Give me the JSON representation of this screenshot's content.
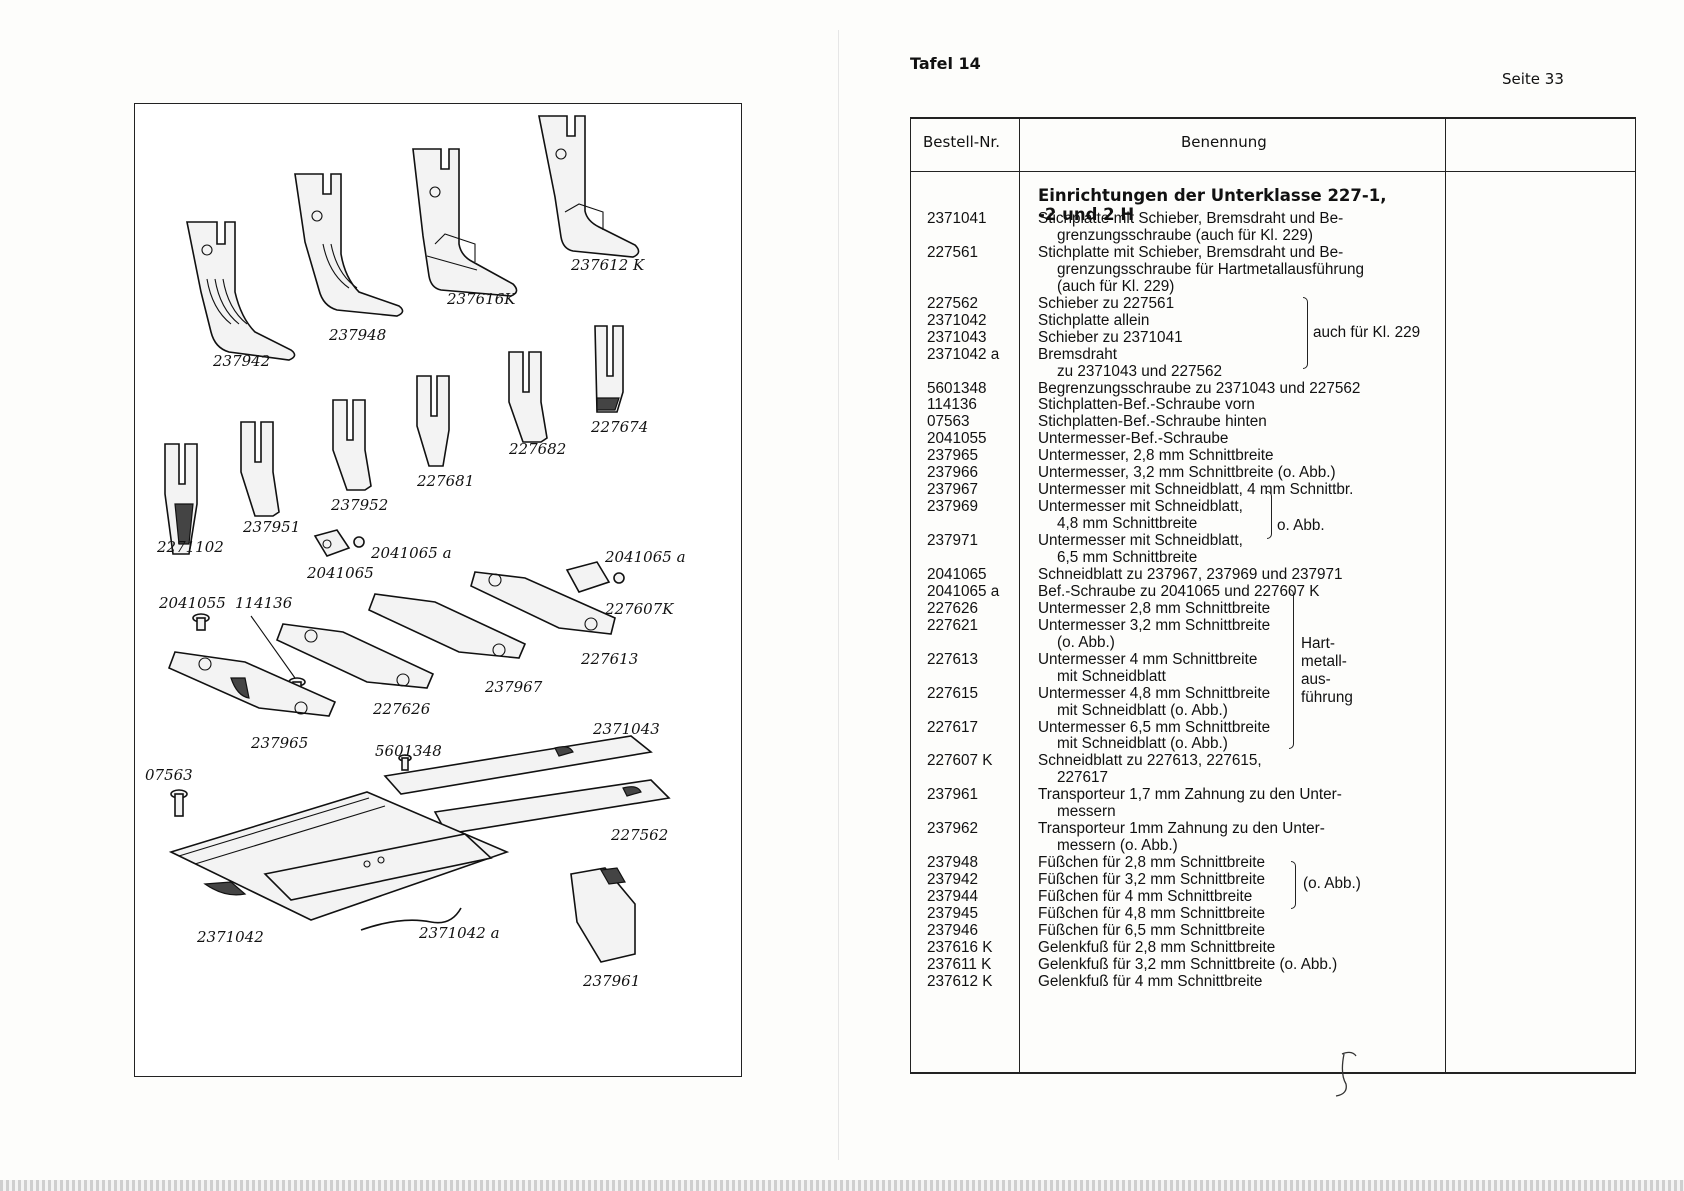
{
  "left": {
    "labels": {
      "l237942": "237942",
      "l237948": "237948",
      "l237616K": "237616K",
      "l237612K": "237612 K",
      "l2271102": "2271102",
      "l237951": "237951",
      "l237952": "237952",
      "l227681": "227681",
      "l227682": "227682",
      "l227674": "227674",
      "l2041065a_1": "2041065 a",
      "l2041065": "2041065",
      "l2041065a_2": "2041065 a",
      "l2041055": "2041055",
      "l114136": "114136",
      "l227607K": "227607K",
      "l227613": "227613",
      "l237967": "237967",
      "l227626": "227626",
      "l237965": "237965",
      "l5601348": "5601348",
      "l2371043": "2371043",
      "l07563": "07563",
      "l227562": "227562",
      "l2371042": "2371042",
      "l2371042a": "2371042 a",
      "l237961": "237961"
    }
  },
  "right": {
    "tafel": "Tafel 14",
    "seite": "Seite 33",
    "header": {
      "col1": "Bestell-Nr.",
      "col2": "Benennung"
    },
    "section_line1": "Einrichtungen der Unterklasse 227-1,",
    "section_line2": "-2 und 2 H",
    "rows": [
      {
        "nr": "2371041",
        "tx": "Stichplatte mit Schieber, Bremsdraht und Be-"
      },
      {
        "nr": "",
        "tx": "grenzungsschraube (auch für Kl. 229)"
      },
      {
        "nr": "227561",
        "tx": "Stichplatte mit Schieber, Bremsdraht und Be-"
      },
      {
        "nr": "",
        "tx": "grenzungsschraube für Hartmetallausführung"
      },
      {
        "nr": "",
        "tx": "(auch für Kl. 229)"
      },
      {
        "nr": "227562",
        "tx": "Schieber zu 227561"
      },
      {
        "nr": "2371042",
        "tx": "Stichplatte allein"
      },
      {
        "nr": "2371043",
        "tx": "Schieber zu 2371041"
      },
      {
        "nr": "2371042 a",
        "tx": "Bremsdraht"
      },
      {
        "nr": "",
        "tx": "zu 2371043 und 227562"
      },
      {
        "nr": "5601348",
        "tx": "Begrenzungsschraube zu 2371043 und 227562"
      },
      {
        "nr": "114136",
        "tx": "Stichplatten-Bef.-Schraube vorn"
      },
      {
        "nr": "07563",
        "tx": "Stichplatten-Bef.-Schraube hinten"
      },
      {
        "nr": "2041055",
        "tx": "Untermesser-Bef.-Schraube"
      },
      {
        "nr": "237965",
        "tx": "Untermesser, 2,8 mm Schnittbreite"
      },
      {
        "nr": "237966",
        "tx": "Untermesser, 3,2 mm Schnittbreite (o. Abb.)"
      },
      {
        "nr": "237967",
        "tx": "Untermesser mit Schneidblatt, 4 mm Schnittbr."
      },
      {
        "nr": "237969",
        "tx": "Untermesser mit Schneidblatt,"
      },
      {
        "nr": "",
        "tx": "4,8 mm Schnittbreite"
      },
      {
        "nr": "237971",
        "tx": "Untermesser mit Schneidblatt,"
      },
      {
        "nr": "",
        "tx": "6,5 mm Schnittbreite"
      },
      {
        "nr": "2041065",
        "tx": "Schneidblatt zu 237967, 237969 und 237971"
      },
      {
        "nr": "2041065 a",
        "tx": "Bef.-Schraube zu 2041065 und 227607 K"
      },
      {
        "nr": "227626",
        "tx": "Untermesser 2,8 mm Schnittbreite"
      },
      {
        "nr": "227621",
        "tx": "Untermesser 3,2 mm Schnittbreite"
      },
      {
        "nr": "",
        "tx": "(o. Abb.)"
      },
      {
        "nr": "227613",
        "tx": "Untermesser 4    mm Schnittbreite"
      },
      {
        "nr": "",
        "tx": "mit Schneidblatt"
      },
      {
        "nr": "227615",
        "tx": "Untermesser 4,8 mm Schnittbreite"
      },
      {
        "nr": "",
        "tx": "mit Schneidblatt (o. Abb.)"
      },
      {
        "nr": "227617",
        "tx": "Untermesser 6,5 mm Schnittbreite"
      },
      {
        "nr": "",
        "tx": "mit Schneidblatt (o. Abb.)"
      },
      {
        "nr": "227607 K",
        "tx": "Schneidblatt zu 227613, 227615,"
      },
      {
        "nr": "",
        "tx": "227617"
      },
      {
        "nr": "237961",
        "tx": "Transporteur 1,7 mm Zahnung zu den Unter-"
      },
      {
        "nr": "",
        "tx": "messern"
      },
      {
        "nr": "237962",
        "tx": "Transporteur 1mm Zahnung zu den Unter-"
      },
      {
        "nr": "",
        "tx": "messern (o. Abb.)"
      },
      {
        "nr": "237948",
        "tx": "Füßchen für 2,8 mm Schnittbreite"
      },
      {
        "nr": "237942",
        "tx": "Füßchen für 3,2 mm Schnittbreite"
      },
      {
        "nr": "237944",
        "tx": "Füßchen für 4    mm Schnittbreite"
      },
      {
        "nr": "237945",
        "tx": "Füßchen für 4,8 mm Schnittbreite"
      },
      {
        "nr": "237946",
        "tx": "Füßchen für 6,5 mm Schnittbreite"
      },
      {
        "nr": "237616 K",
        "tx": "Gelenkfuß für 2,8 mm Schnittbreite"
      },
      {
        "nr": "237611 K",
        "tx": "Gelenkfuß für 3,2 mm Schnittbreite (o. Abb.)"
      },
      {
        "nr": "237612 K",
        "tx": "Gelenkfuß für 4    mm Schnittbreite"
      }
    ],
    "notes": {
      "kl229": "auch für Kl. 229",
      "oabb1": "o. Abb.",
      "hart1": "Hart-",
      "hart2": "metall-",
      "hart3": "aus-",
      "hart4": "führung",
      "oabb2": "(o. Abb.)"
    }
  }
}
